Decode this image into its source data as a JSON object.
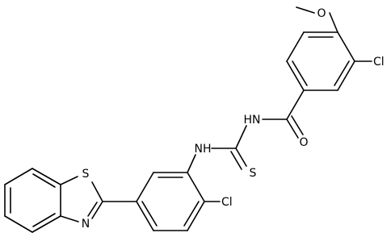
{
  "atoms": {
    "O_methoxy": "O",
    "Cl_top": "Cl",
    "HN_top": "HN",
    "O_carbonyl": "O",
    "NH_mid": "NH",
    "S_thio": "S",
    "Cl_bottom": "Cl",
    "S_ring": "S",
    "N_ring": "N"
  }
}
